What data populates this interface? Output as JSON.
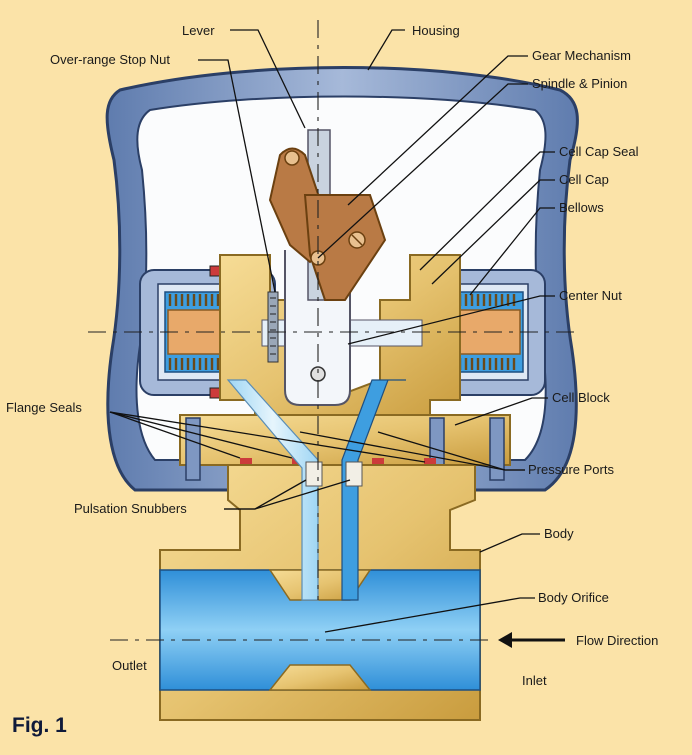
{
  "figure": {
    "caption": "Fig. 1",
    "labels": {
      "lever": "Lever",
      "housing": "Housing",
      "over_range_stop_nut": "Over-range Stop Nut",
      "gear_mechanism": "Gear Mechanism",
      "spindle_pinion": "Spindle & Pinion",
      "cell_cap_seal": "Cell Cap Seal",
      "cell_cap": "Cell Cap",
      "bellows": "Bellows",
      "center_nut": "Center Nut",
      "flange_seals": "Flange Seals",
      "cell_block": "Cell Block",
      "pressure_ports": "Pressure Ports",
      "pulsation_snubbers": "Pulsation Snubbers",
      "body": "Body",
      "body_orifice": "Body Orifice",
      "flow_direction": "Flow Direction",
      "outlet": "Outlet",
      "inlet": "Inlet"
    },
    "colors": {
      "background": "#fbe3a8",
      "housing": "#7e97c2",
      "housing_outline": "#2b3f66",
      "brass": "#e9c878",
      "brass_outline": "#8a6a22",
      "fluid_blue": "#3e9ee0",
      "lever_bronze": "#b97a45",
      "seal_red": "#cc3b3b"
    }
  }
}
